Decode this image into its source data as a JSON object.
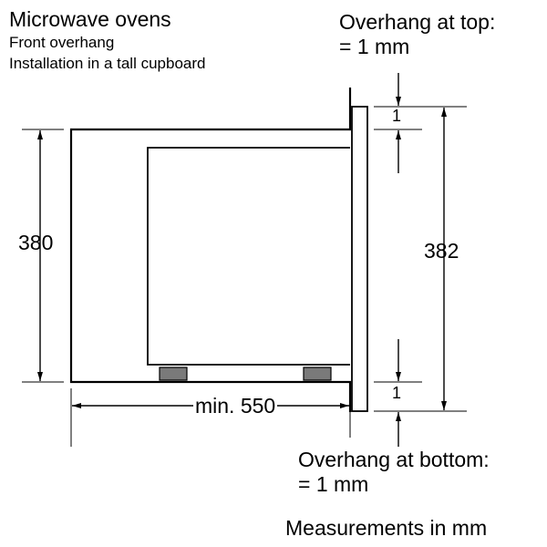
{
  "title": "Microwave ovens",
  "subtitle_line1": "Front overhang",
  "subtitle_line2": "Installation in a tall cupboard",
  "overhang_top": {
    "label": "Overhang at top:",
    "value": "= 1 mm",
    "dim": "1"
  },
  "overhang_bottom": {
    "label": "Overhang at bottom:",
    "value": "= 1 mm",
    "dim": "1"
  },
  "dimensions": {
    "height_cabinet": "380",
    "height_front": "382",
    "depth": "min. 550"
  },
  "units_note": "Measurements in mm"
}
